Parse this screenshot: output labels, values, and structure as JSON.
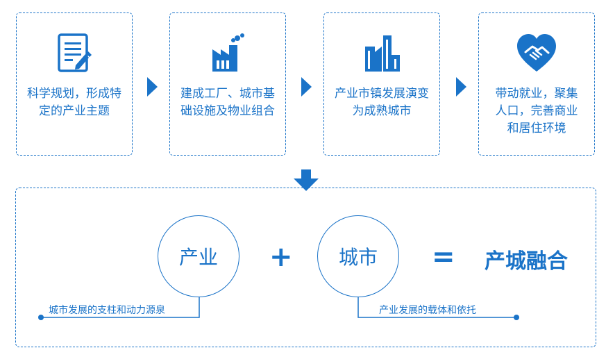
{
  "steps": [
    {
      "icon": "document-edit-icon",
      "text_lines": [
        "科学规划，形成特",
        "定的产业主题"
      ]
    },
    {
      "icon": "factory-icon",
      "text_lines": [
        "建成工厂、城市基",
        "础设施及物业组合"
      ]
    },
    {
      "icon": "city-buildings-icon",
      "text_lines": [
        "产业市镇发展演变",
        "为成熟城市"
      ]
    },
    {
      "icon": "heart-handshake-icon",
      "text_lines": [
        "带动就业，聚集",
        "人口，完善商业",
        "和居住环境"
      ]
    }
  ],
  "equation": {
    "term1": "产业",
    "plus": "+",
    "term2": "城市",
    "equals": "=",
    "result": "产城融合"
  },
  "annotations": {
    "term1_note": "城市发展的支柱和动力源泉",
    "term2_note": "产业发展的载体和依托"
  },
  "colors": {
    "accent": "#1a73c8"
  }
}
